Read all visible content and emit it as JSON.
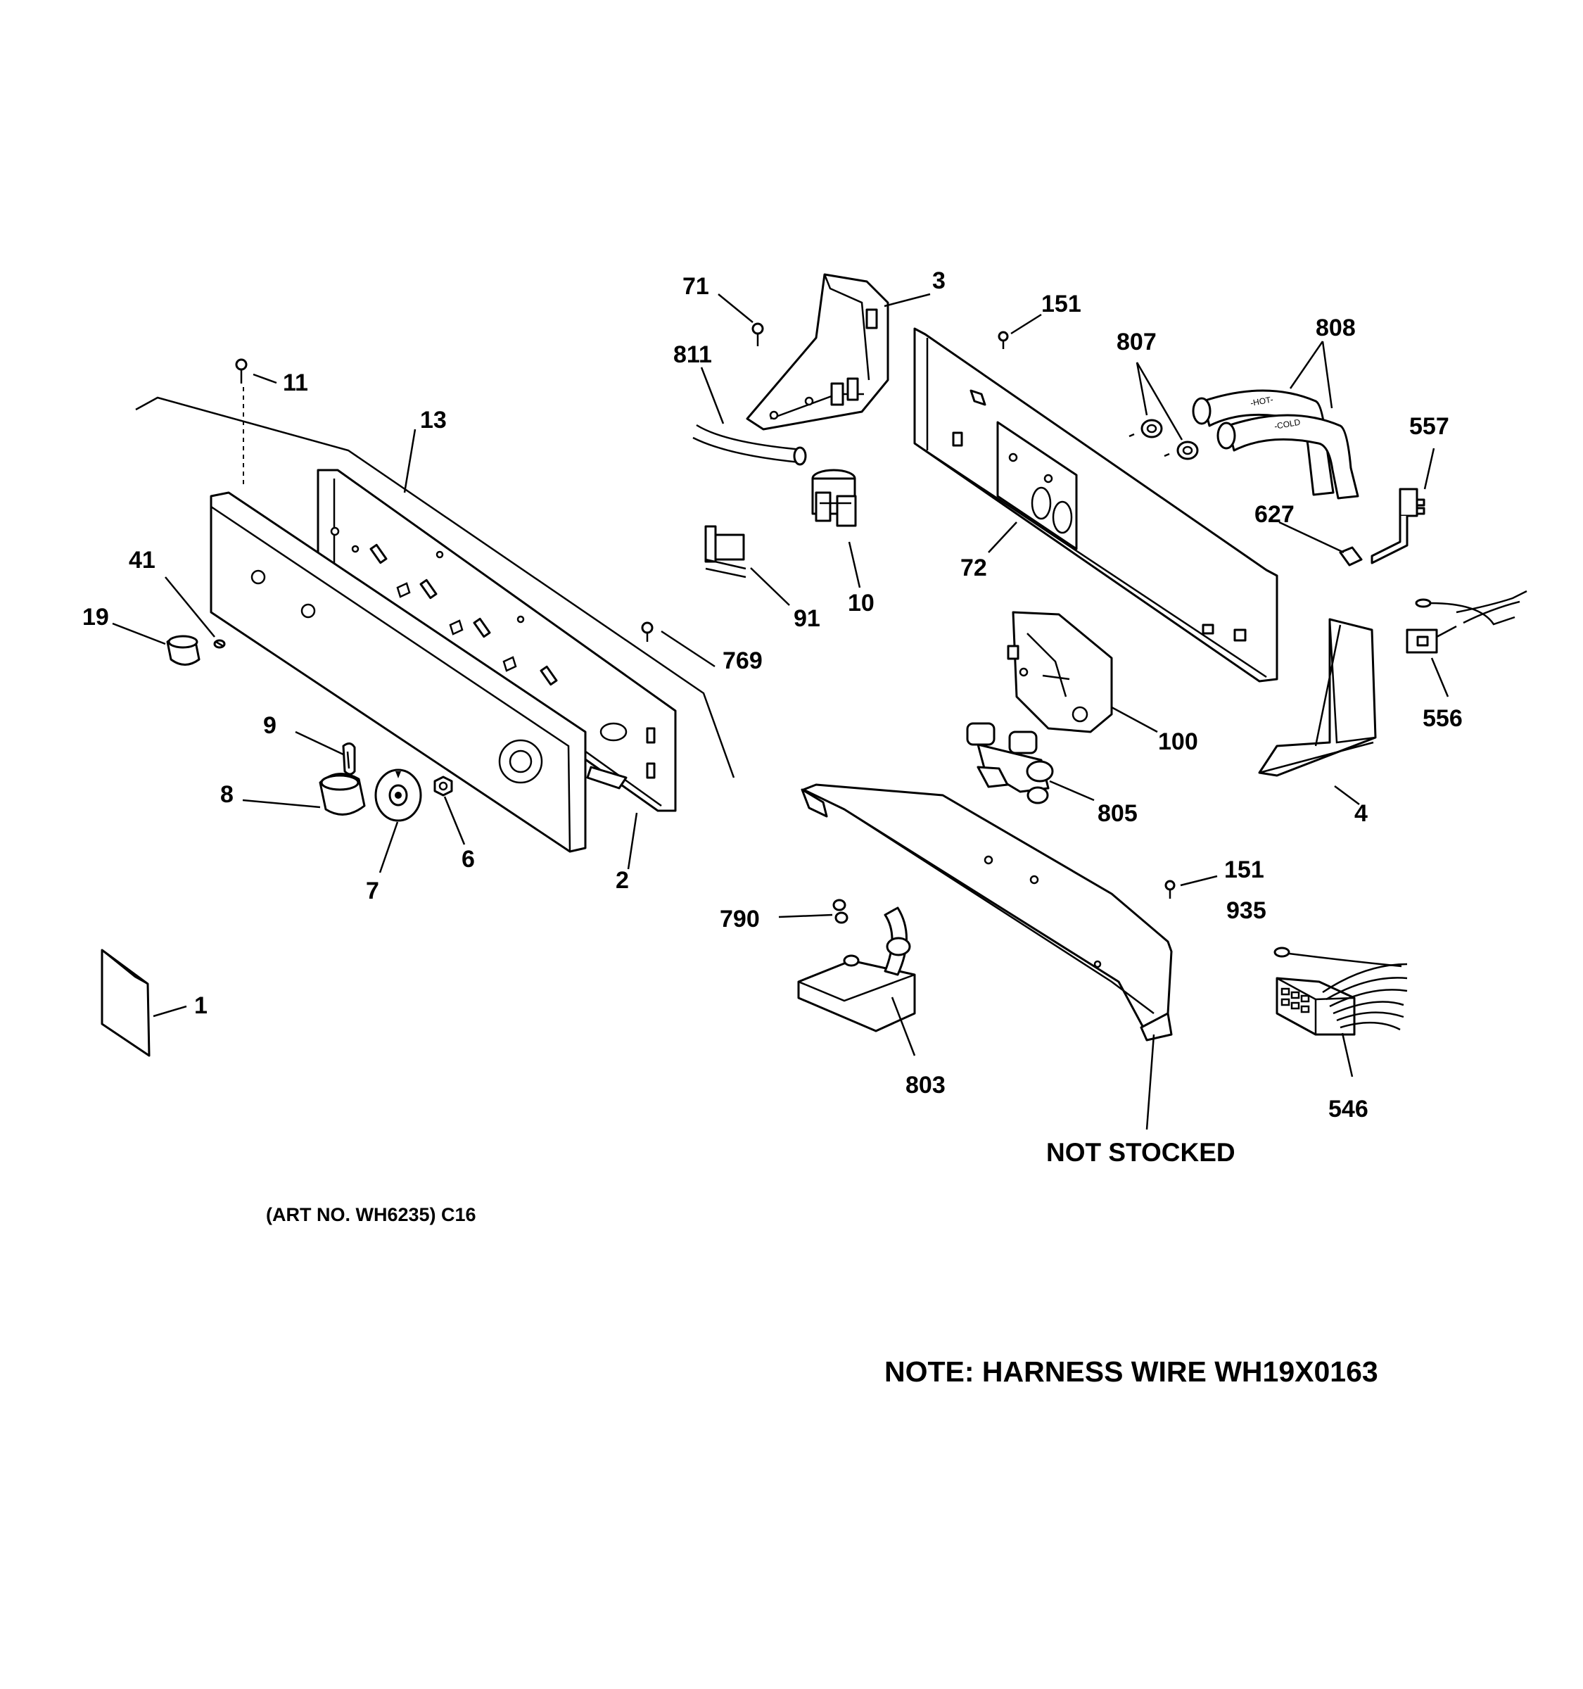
{
  "callouts": {
    "c1": "1",
    "c2": "2",
    "c3": "3",
    "c4": "4",
    "c6": "6",
    "c7": "7",
    "c8": "8",
    "c9": "9",
    "c10": "10",
    "c11": "11",
    "c13": "13",
    "c19": "19",
    "c41": "41",
    "c71": "71",
    "c72": "72",
    "c91": "91",
    "c100": "100",
    "c151a": "151",
    "c151b": "151",
    "c546": "546",
    "c556": "556",
    "c557": "557",
    "c627": "627",
    "c769": "769",
    "c790": "790",
    "c803": "803",
    "c805": "805",
    "c807": "807",
    "c808": "808",
    "c811": "811",
    "c935": "935"
  },
  "hose_labels": {
    "hot": "-HOT-",
    "cold": "-COLD"
  },
  "not_stocked": "NOT STOCKED",
  "art_number": "(ART NO. WH6235) C16",
  "note": "NOTE: HARNESS WIRE WH19X0163"
}
